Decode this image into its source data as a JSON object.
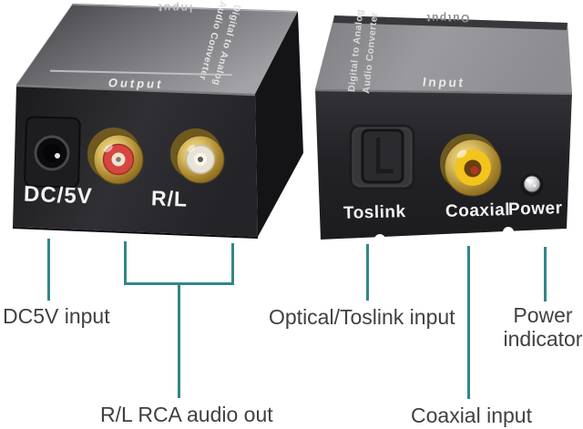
{
  "left_device": {
    "description": "DAC converter rear/output view",
    "top_panel": {
      "input_label": "Input",
      "brand_line1": "Digital to Analog",
      "brand_line2": "Audio Converter",
      "output_label": "Output"
    },
    "front_panel": {
      "dc_label": "DC/5V",
      "rl_label": "R/L"
    }
  },
  "right_device": {
    "description": "DAC converter front/input view",
    "top_panel": {
      "output_label": "Output",
      "brand_line1": "Digital to Analog",
      "brand_line2": "Audio Converter",
      "input_label": "Input"
    },
    "front_panel": {
      "toslink_label": "Toslink",
      "coaxial_label": "Coaxial",
      "power_label": "Power"
    }
  },
  "annotations": {
    "dc": "DC5V input",
    "rl": "R/L RCA audio out",
    "optical": "Optical/Toslink input",
    "coaxial": "Coaxial input",
    "power": "Power indicator"
  },
  "colors": {
    "background": "#ffffff",
    "annotation_line": "#338688",
    "annotation_text": "#3e4144",
    "device_body": "#232327",
    "device_top_gray": "#8e8e92",
    "gold_plating": "#c2a148",
    "rca_red": "#d5473f",
    "rca_white": "#e8e3d5",
    "coax_yellow": "#f2c41d",
    "led_silver": "#d8d8dc"
  }
}
